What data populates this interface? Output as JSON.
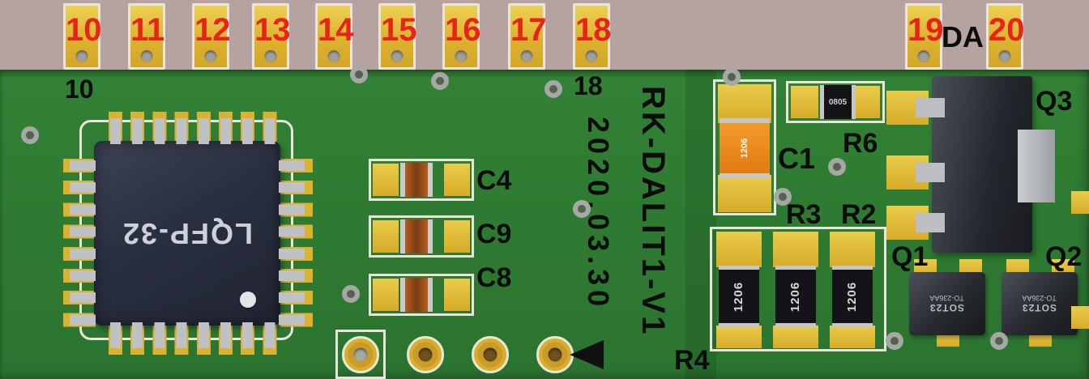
{
  "connector": {
    "left_pads": [
      "10",
      "11",
      "12",
      "13",
      "14",
      "15",
      "16",
      "17",
      "18"
    ],
    "right_pads": [
      "19",
      "20"
    ],
    "da_label": "DA"
  },
  "silkscreen": {
    "pin10": "10",
    "pin18": "18",
    "date": "2020.03.30",
    "board_name": "RK-DALIT1-V1",
    "chip": "LQFP-32",
    "refs": {
      "c4": "C4",
      "c9": "C9",
      "c8": "C8",
      "c1": "C1",
      "r6": "R6",
      "r3": "R3",
      "r2": "R2",
      "r4": "R4",
      "q1": "Q1",
      "q2": "Q2",
      "q3": "Q3"
    }
  },
  "packages": {
    "r_1206": "1206",
    "r_0805": "0805",
    "c_1206": "1206",
    "sot23_line1": "SOT23",
    "sot23_line2": "TO-236AA"
  },
  "colors": {
    "background": "#b6a2a1",
    "board_green": "#2f7c33",
    "pad_gold": "#ddb22e",
    "silk_white": "#eae5da",
    "silk_black": "#0c0c0c",
    "annotation_red": "#e8231a",
    "chip_body": "#2a2f40",
    "component_black": "#141418",
    "cap_orange": "#e8881f"
  }
}
